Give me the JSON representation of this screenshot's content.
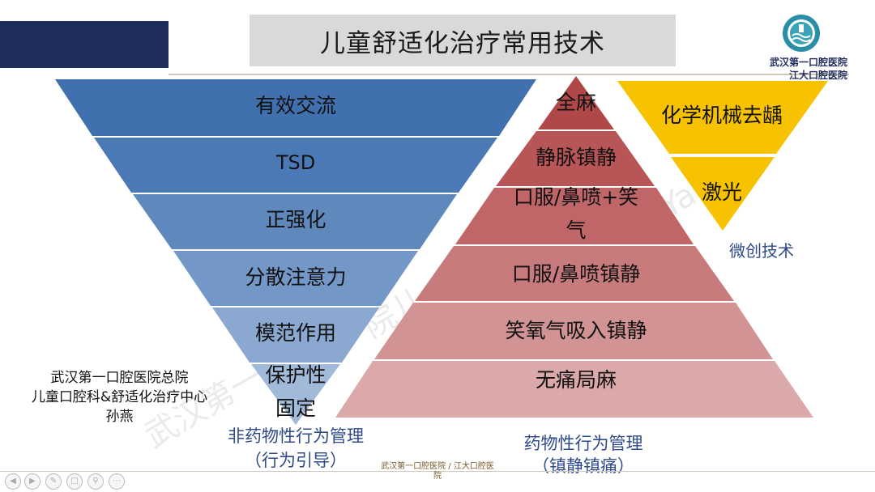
{
  "title": "儿童舒适化治疗常用技术",
  "logo": {
    "icon": "hospital-logo-icon",
    "line1": "武汉第一口腔医院",
    "line2": "江大口腔医院"
  },
  "non_drug_pyramid": {
    "levels": [
      "有效交流",
      "TSD",
      "正强化",
      "分散注意力",
      "模范作用",
      "保护性"
    ],
    "extra_label": "固定",
    "caption_line1": "非药物性行为管理",
    "caption_line2": "（行为引导）",
    "colors": [
      "#4070ae",
      "#4a79b6",
      "#5f88bd",
      "#7397c6",
      "#8aa8d0",
      "#a2bad9"
    ]
  },
  "drug_pyramid": {
    "levels": [
      "全麻",
      "静脉镇静",
      "口服/鼻喷+笑气",
      "口服/鼻喷镇静",
      "笑氧气吸入镇静",
      "无痛局麻"
    ],
    "level3_line1": "口服/鼻喷+笑",
    "level3_line2": "气",
    "caption_line1": "药物性行为管理",
    "caption_line2": "（镇静镇痛）",
    "colors": [
      "#b0484a",
      "#b85557",
      "#c06668",
      "#c87b7c",
      "#d19393",
      "#dba9a9"
    ]
  },
  "minimal_invasive": {
    "levels": [
      "化学机械去龋",
      "激光"
    ],
    "caption": "微创技术",
    "color": "#f7c200"
  },
  "side_note": {
    "line1": "武汉第一口腔医院总院",
    "line2": "儿童口腔科&舒适化治疗中心",
    "line3": "孙燕"
  },
  "footer": {
    "line1": "武汉第一口腔医院 / 江大口腔医",
    "line2": "院"
  },
  "watermark": {
    "text1": "武汉第一",
    "text2": "院儿",
    "text3": "Ya"
  },
  "nav_icons": [
    "prev-icon",
    "next-icon",
    "pen-icon",
    "copy-icon",
    "zoom-icon",
    "more-icon"
  ]
}
